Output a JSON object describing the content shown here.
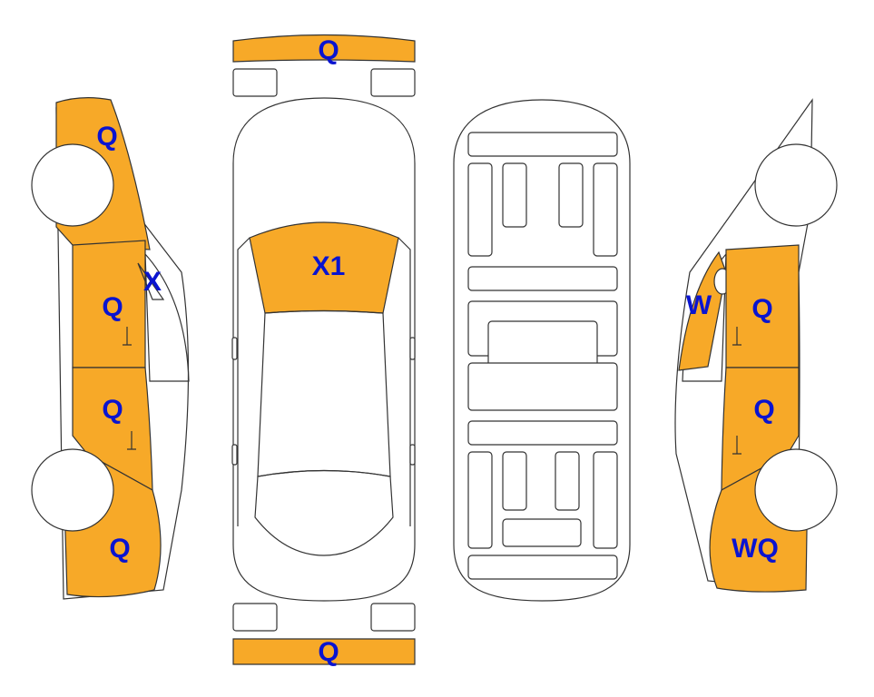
{
  "colors": {
    "damaged": "#F7A928",
    "outline": "#333333",
    "label": "#0A14D0",
    "panel": "#FFFFFF"
  },
  "labels": {
    "front_bumper": "Q",
    "rear_bumper": "Q",
    "windshield": "X1",
    "left_front_fender": "Q",
    "left_mirror": "X",
    "left_front_door": "Q",
    "left_rear_door": "Q",
    "left_quarter_panel": "Q",
    "right_mirror": "W",
    "right_front_door": "Q",
    "right_rear_door": "Q",
    "right_quarter_panel": "WQ"
  }
}
